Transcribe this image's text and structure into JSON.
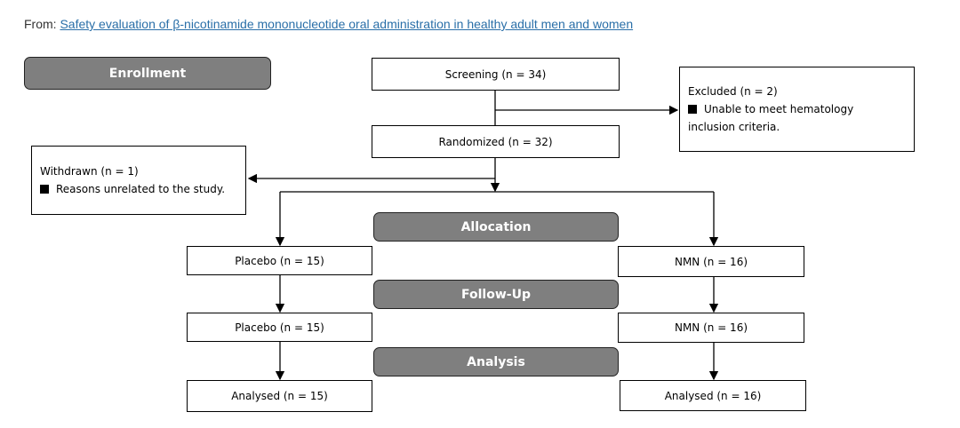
{
  "header": {
    "from_label": "From:",
    "article_link": "Safety evaluation of β-nicotinamide mononucleotide oral administration in healthy adult men and women"
  },
  "stages": {
    "enrollment": "Enrollment",
    "allocation": "Allocation",
    "follow_up": "Follow-Up",
    "analysis": "Analysis"
  },
  "boxes": {
    "screening": "Screening (n = 34)",
    "randomized": "Randomized (n = 32)",
    "excluded": {
      "title": "Excluded  (n = 2)",
      "reason_line1": "Unable to meet hematology",
      "reason_line2": "inclusion criteria."
    },
    "withdrawn": {
      "title": "Withdrawn (n = 1)",
      "reason": "Reasons unrelated to the study."
    },
    "placebo_allocation": "Placebo (n = 15)",
    "nmn_allocation": "NMN (n = 16)",
    "placebo_follow_up": "Placebo (n = 15)",
    "nmn_follow_up": "NMN (n = 16)",
    "placebo_analysed": "Analysed (n = 15)",
    "nmn_analysed": "Analysed (n = 16)"
  },
  "colors": {
    "stage_fill": "#7f7f7f",
    "link": "#2a6fa8"
  }
}
